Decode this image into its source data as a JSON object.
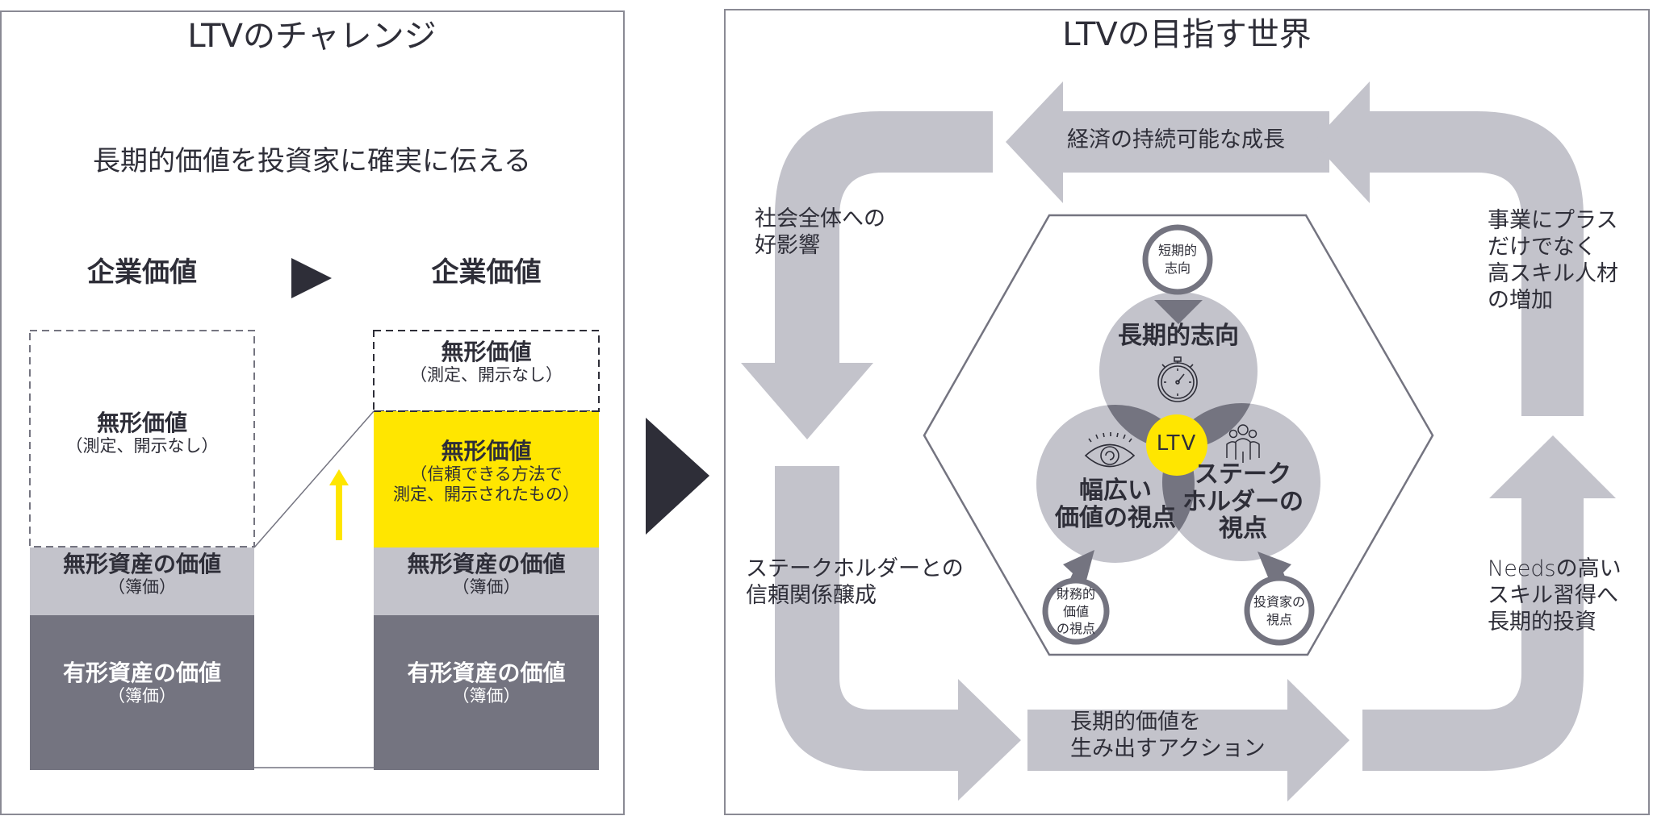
{
  "colors": {
    "panel_border": "#8a8a94",
    "arrow_gray": "#c3c3cb",
    "dark_gray": "#747480",
    "darkest": "#2e2e38",
    "yellow": "#ffe600",
    "venn_circle": "#c3c3cb",
    "venn_overlap": "#747480"
  },
  "left_panel": {
    "title": "LTVのチャレンジ",
    "lead": "長期的価値を投資家に確実に伝える",
    "before": {
      "heading": "企業価値",
      "blocks": [
        {
          "main": "無形価値",
          "sub": "（測定、開示なし）",
          "style": "dashed"
        },
        {
          "main": "無形資産の価値",
          "sub": "（簿価）",
          "style": "light-gray"
        },
        {
          "main": "有形資産の価値",
          "sub": "（簿価）",
          "style": "dark-gray"
        }
      ]
    },
    "transition_icon": "play-triangle-icon",
    "after": {
      "heading": "企業価値",
      "blocks": [
        {
          "main": "無形価値",
          "sub": "（測定、開示なし）",
          "style": "dashed"
        },
        {
          "main": "無形価値",
          "sub_lines": [
            "（信頼できる方法で",
            "測定、開示されたもの）"
          ],
          "style": "yellow"
        },
        {
          "main": "無形資産の価値",
          "sub": "（簿価）",
          "style": "light-gray"
        },
        {
          "main": "有形資産の価値",
          "sub": "（簿価）",
          "style": "dark-gray"
        }
      ]
    },
    "growth_arrow_icon": "arrow-up-icon"
  },
  "center_arrow_icon": "play-triangle-icon",
  "right_panel": {
    "title": "LTVの目指す世界",
    "cycle": {
      "top": "経済の持続可能な成長",
      "left": [
        "社会全体への",
        "好影響"
      ],
      "left_lower": [
        "ステークホルダーとの",
        "信頼関係醸成"
      ],
      "bottom": [
        "長期的価値を",
        "生み出すアクション"
      ],
      "right_upper": [
        "事業にプラス",
        "だけでなく",
        "高スキル人材",
        "の増加"
      ],
      "right_lower": [
        "Needsの高い",
        "スキル習得へ",
        "長期的投資"
      ]
    },
    "venn": {
      "center": "LTV",
      "circles": [
        {
          "label": [
            "長期的志向"
          ],
          "icon": "stopwatch-icon"
        },
        {
          "label": [
            "幅広い",
            "価値の視点"
          ],
          "icon": "eye-icon"
        },
        {
          "label": [
            "ステーク",
            "ホルダーの",
            "視点"
          ],
          "icon": "people-icon"
        }
      ],
      "inputs": [
        {
          "label": [
            "短期的",
            "志向"
          ]
        },
        {
          "label": [
            "財務的",
            "価値",
            "の視点"
          ]
        },
        {
          "label": [
            "投資家の",
            "視点"
          ]
        }
      ]
    }
  }
}
